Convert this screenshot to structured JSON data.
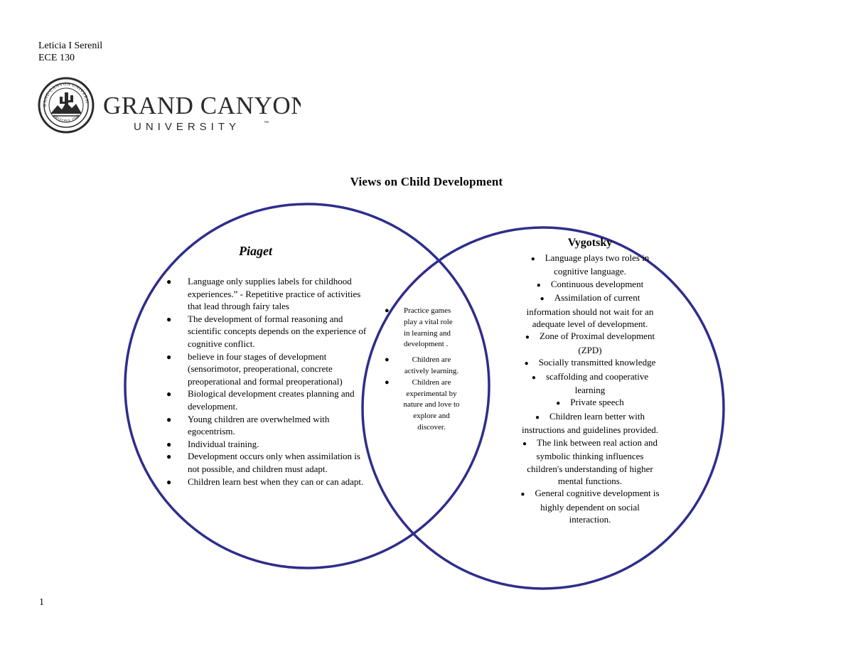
{
  "author": {
    "name": "Leticia I Serenil",
    "course": "ECE 130"
  },
  "logo": {
    "wordmark_top": "GRAND CANYON",
    "wordmark_bottom": "UNIVERSITY",
    "trademark": "™",
    "seal_top": "GRAND CANYON UNIVERSITY",
    "seal_bottom": "ARIZONA 1949",
    "brand_color": "#2b2b2b"
  },
  "title": "Views on Child Development",
  "venn": {
    "circle_color": "#2e2e8c",
    "left_heading": "Piaget",
    "right_heading": "Vygotsky",
    "left_items": [
      " Language only supplies labels for childhood experiences.” - Repetitive practice of activities that lead through fairy tales",
      "The development of formal reasoning and scientific concepts depends on the experience of cognitive conflict.",
      "believe in four stages of development (sensorimotor, preoperational, concrete preoperational and formal preoperational)",
      "Biological development creates planning and development.",
      "Young children are overwhelmed with egocentrism.",
      "Individual training.",
      "Development occurs only when assimilation is not possible, and children must adapt.",
      "Children learn best when they can or can adapt."
    ],
    "middle_items": [
      "Practice games play a vital role in learning and development .",
      "Children are actively learning.",
      "Children are experimental by nature and love to explore and discover."
    ],
    "right_items": [
      "Language plays two roles in cognitive language.",
      "Continuous development",
      "Assimilation of current information should not wait for an adequate level of development.",
      "Zone of Proximal development (ZPD)",
      "Socially transmitted knowledge",
      "scaffolding and cooperative learning",
      "Private speech",
      "Children learn better with instructions and guidelines provided.",
      "The link between real action and symbolic thinking influences children's understanding of higher mental functions.",
      "General cognitive development is highly dependent on social interaction."
    ]
  },
  "page_number": "1"
}
